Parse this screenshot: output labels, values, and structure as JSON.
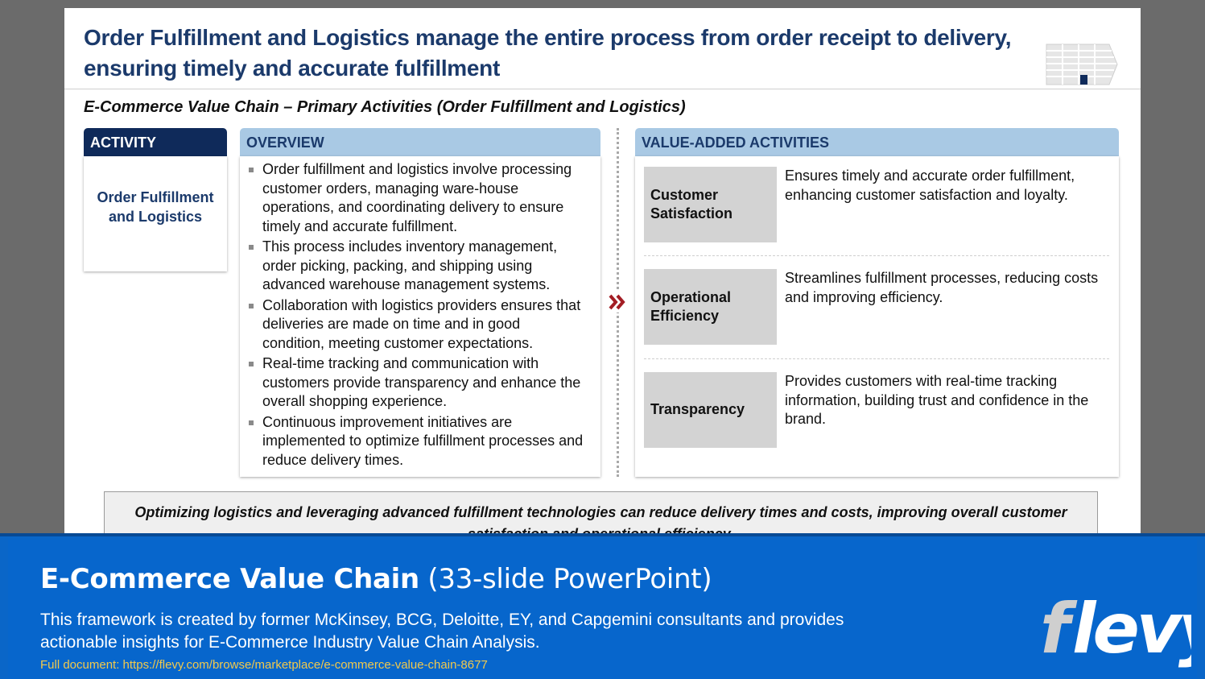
{
  "slide": {
    "title": "Order Fulfillment and Logistics manage the entire process from order receipt to delivery, ensuring timely and accurate fulfillment",
    "subtitle": "E-Commerce Value Chain – Primary Activities (Order Fulfillment and Logistics)",
    "deck_icon": "stacked-slides-icon"
  },
  "activity": {
    "header": "ACTIVITY",
    "name": "Order Fulfillment and Logistics"
  },
  "overview": {
    "header": "OVERVIEW",
    "bullets": [
      "Order fulfillment and logistics involve processing customer orders, managing ware-house operations, and coordinating delivery to ensure timely and accurate fulfillment.",
      "This process includes inventory management, order picking, packing, and shipping using advanced warehouse management systems.",
      "Collaboration with logistics providers ensures that deliveries are made on time and in good condition, meeting customer expectations.",
      "Real-time tracking and communication with customers provide transparency and enhance the overall shopping experience.",
      "Continuous improvement initiatives are implemented to optimize fulfillment processes and reduce delivery times."
    ]
  },
  "value_added": {
    "header": "VALUE-ADDED ACTIVITIES",
    "items": [
      {
        "label": "Customer Satisfaction",
        "desc": "Ensures timely and accurate order fulfillment, enhancing customer satisfaction and loyalty."
      },
      {
        "label": "Operational Efficiency",
        "desc": "Streamlines fulfillment processes, reducing costs and improving efficiency."
      },
      {
        "label": "Transparency",
        "desc": "Provides customers with real-time tracking information, building trust and confidence in the brand."
      }
    ]
  },
  "callout": "Optimizing logistics and leveraging advanced fulfillment technologies can reduce delivery times and costs, improving overall customer satisfaction and operational efficiency.",
  "banner": {
    "title_bold": "E-Commerce Value Chain",
    "title_light": " (33-slide PowerPoint)",
    "description": "This framework is created by former McKinsey, BCG, Deloitte, EY, and Capgemini consultants and provides actionable insights for E-Commerce Industry Value Chain Analysis.",
    "link": "Full document: https://flevy.com/browse/marketplace/e-commerce-value-chain-8677",
    "logo_text": "flevy"
  },
  "colors": {
    "navy": "#0f2a5a",
    "title_blue": "#1b3a6b",
    "light_blue_header": "#a9c9e4",
    "label_gray": "#d3d3d3",
    "banner_blue": "#0766cc",
    "link_yellow": "#f2c94c",
    "chevron_red": "#a31d24"
  }
}
